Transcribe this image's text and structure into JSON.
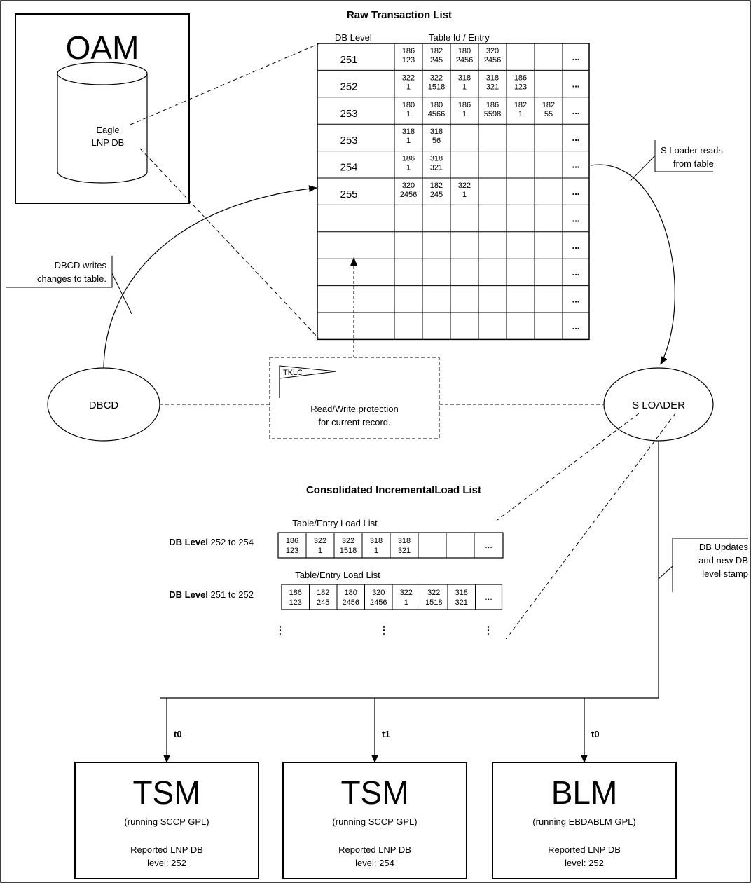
{
  "raw_list": {
    "title": "Raw Transaction List",
    "col_db_level": "DB Level",
    "col_table_entry": "Table Id / Entry",
    "rows": [
      {
        "level": "251",
        "cells": [
          [
            "186",
            "123"
          ],
          [
            "182",
            "245"
          ],
          [
            "180",
            "2456"
          ],
          [
            "320",
            "2456"
          ],
          [
            "",
            ""
          ],
          [
            "",
            ""
          ]
        ]
      },
      {
        "level": "252",
        "cells": [
          [
            "322",
            "1"
          ],
          [
            "322",
            "1518"
          ],
          [
            "318",
            "1"
          ],
          [
            "318",
            "321"
          ],
          [
            "186",
            "123"
          ],
          [
            "",
            ""
          ]
        ]
      },
      {
        "level": "253",
        "cells": [
          [
            "180",
            "1"
          ],
          [
            "180",
            "4566"
          ],
          [
            "186",
            "1"
          ],
          [
            "186",
            "5598"
          ],
          [
            "182",
            "1"
          ],
          [
            "182",
            "55"
          ]
        ]
      },
      {
        "level": "253",
        "cells": [
          [
            "318",
            "1"
          ],
          [
            "318",
            "56"
          ],
          [
            "",
            ""
          ],
          [
            "",
            ""
          ],
          [
            "",
            ""
          ],
          [
            "",
            ""
          ]
        ]
      },
      {
        "level": "254",
        "cells": [
          [
            "186",
            "1"
          ],
          [
            "318",
            "321"
          ],
          [
            "",
            ""
          ],
          [
            "",
            ""
          ],
          [
            "",
            ""
          ],
          [
            "",
            ""
          ]
        ]
      },
      {
        "level": "255",
        "cells": [
          [
            "320",
            "2456"
          ],
          [
            "182",
            "245"
          ],
          [
            "322",
            "1"
          ],
          [
            "",
            ""
          ],
          [
            "",
            ""
          ],
          [
            "",
            ""
          ]
        ]
      },
      {
        "level": "",
        "cells": [
          [
            "",
            ""
          ],
          [
            "",
            ""
          ],
          [
            "",
            ""
          ],
          [
            "",
            ""
          ],
          [
            "",
            ""
          ],
          [
            "",
            ""
          ]
        ]
      },
      {
        "level": "",
        "cells": [
          [
            "",
            ""
          ],
          [
            "",
            ""
          ],
          [
            "",
            ""
          ],
          [
            "",
            ""
          ],
          [
            "",
            ""
          ],
          [
            "",
            ""
          ]
        ]
      },
      {
        "level": "",
        "cells": [
          [
            "",
            ""
          ],
          [
            "",
            ""
          ],
          [
            "",
            ""
          ],
          [
            "",
            ""
          ],
          [
            "",
            ""
          ],
          [
            "",
            ""
          ]
        ]
      },
      {
        "level": "",
        "cells": [
          [
            "",
            ""
          ],
          [
            "",
            ""
          ],
          [
            "",
            ""
          ],
          [
            "",
            ""
          ],
          [
            "",
            ""
          ],
          [
            "",
            ""
          ]
        ]
      },
      {
        "level": "",
        "cells": [
          [
            "",
            ""
          ],
          [
            "",
            ""
          ],
          [
            "",
            ""
          ],
          [
            "",
            ""
          ],
          [
            "",
            ""
          ],
          [
            "",
            ""
          ]
        ]
      }
    ],
    "ellipsis": "..."
  },
  "oam": {
    "title": "OAM",
    "db_line1": "Eagle",
    "db_line2": "LNP DB"
  },
  "dbcd": {
    "label": "DBCD",
    "callout_line1": "DBCD writes",
    "callout_line2": "changes to table."
  },
  "sloader": {
    "label": "S LOADER",
    "callout_line1": "S Loader reads",
    "callout_line2": "from table"
  },
  "protection": {
    "flag_label": "TKLC",
    "line1": "Read/Write protection",
    "line2": "for current record."
  },
  "consolidated": {
    "title": "Consolidated IncrementalLoad List",
    "lists": [
      {
        "header": "Table/Entry Load List",
        "level_bold": "DB Level",
        "level_range": " 252 to 254",
        "cells": [
          [
            "186",
            "123"
          ],
          [
            "322",
            "1"
          ],
          [
            "322",
            "1518"
          ],
          [
            "318",
            "1"
          ],
          [
            "318",
            "321"
          ],
          [
            "",
            ""
          ],
          [
            "",
            ""
          ]
        ],
        "ellipsis": "..."
      },
      {
        "header": "Table/Entry Load List",
        "level_bold": "DB Level",
        "level_range": " 251 to 252",
        "cells": [
          [
            "186",
            "123"
          ],
          [
            "182",
            "245"
          ],
          [
            "180",
            "2456"
          ],
          [
            "320",
            "2456"
          ],
          [
            "322",
            "1"
          ],
          [
            "322",
            "1518"
          ],
          [
            "318",
            "321"
          ]
        ],
        "ellipsis": "..."
      }
    ],
    "vdots": "⋮"
  },
  "updates_callout": {
    "line1": "DB Updates",
    "line2": "and new DB",
    "line3": "level stamp"
  },
  "modules": [
    {
      "arrow_label": "t0",
      "title": "TSM",
      "subtitle": "(running SCCP GPL)",
      "reported": "Reported LNP DB",
      "level": "level: 252"
    },
    {
      "arrow_label": "t1",
      "title": "TSM",
      "subtitle": "(running SCCP GPL)",
      "reported": "Reported LNP DB",
      "level": "level: 254"
    },
    {
      "arrow_label": "t0",
      "title": "BLM",
      "subtitle": "(running EBDABLM GPL)",
      "reported": "Reported LNP DB",
      "level": "level: 252"
    }
  ]
}
